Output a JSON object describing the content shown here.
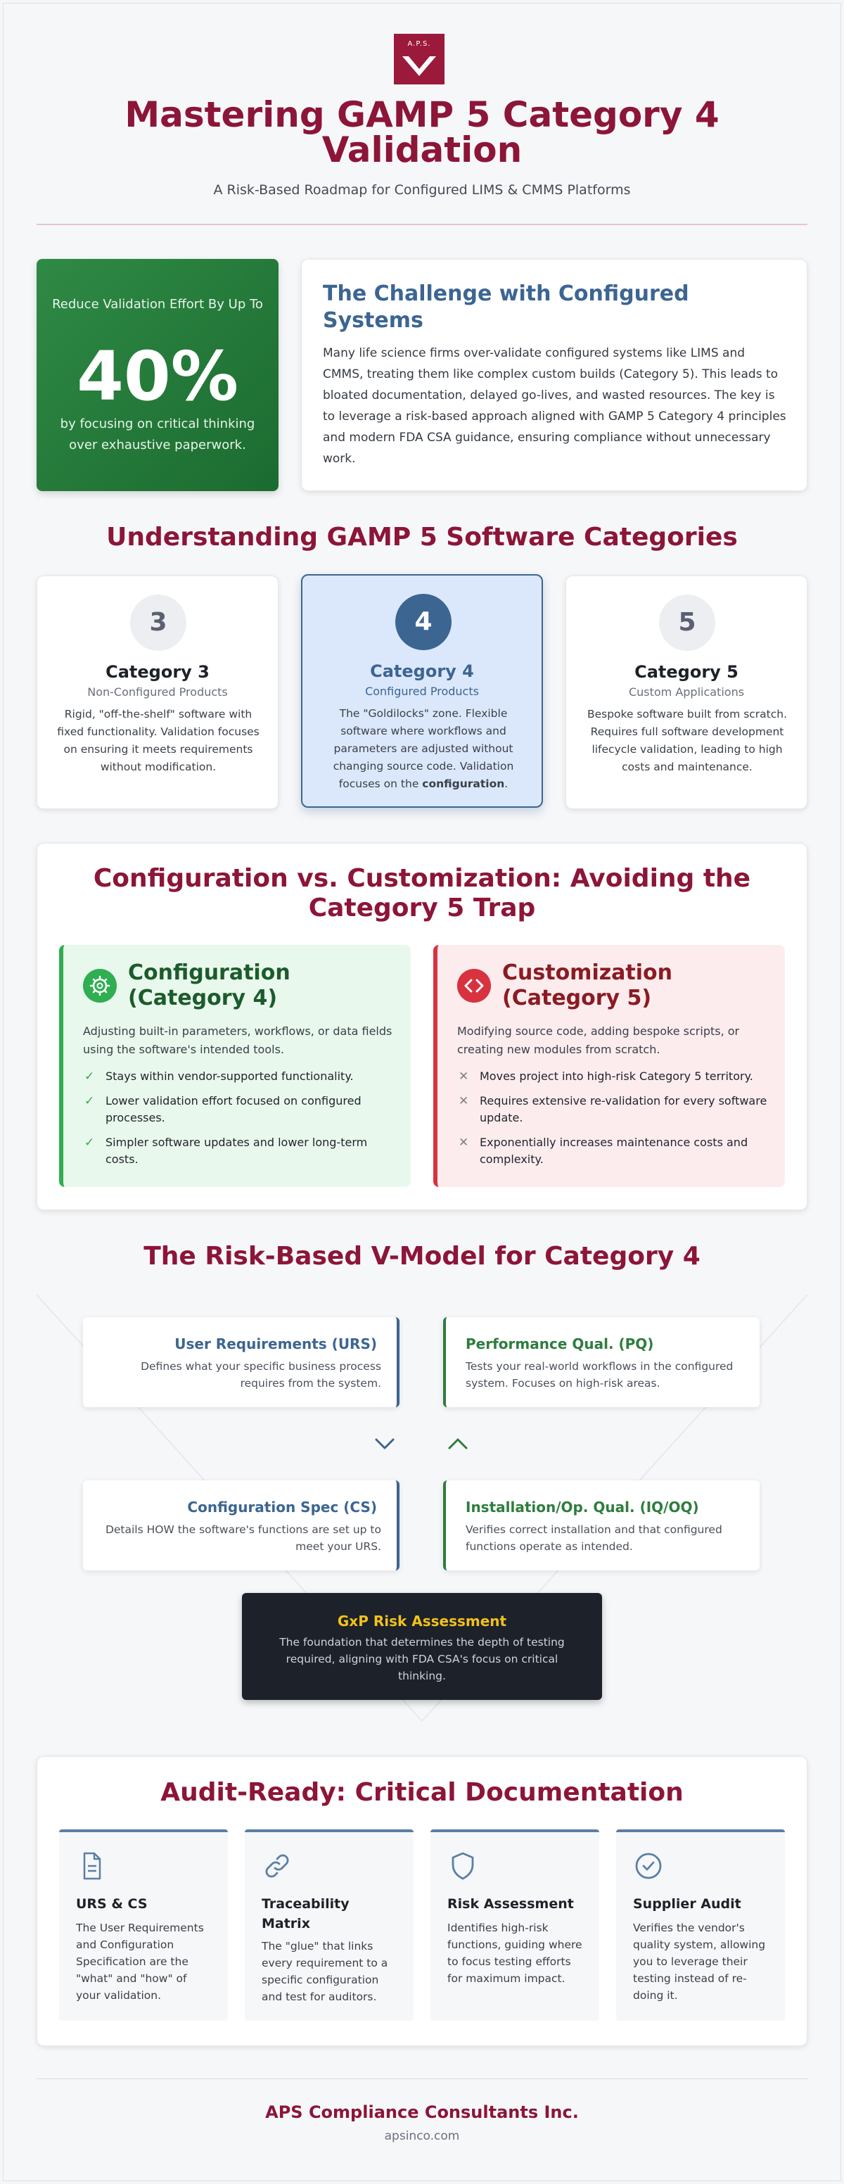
{
  "header": {
    "logo_text": "A.P.S.",
    "title": "Mastering GAMP 5 Category 4 Validation",
    "subtitle": "A Risk-Based Roadmap for Configured LIMS & CMMS Platforms"
  },
  "hero": {
    "stat_top": "Reduce Validation Effort By Up To",
    "stat_value": "40%",
    "stat_bottom": "by focusing on critical thinking over exhaustive paperwork.",
    "challenge_title": "The Challenge with Configured Systems",
    "challenge_body": "Many life science firms over-validate configured systems like LIMS and CMMS, treating them like complex custom builds (Category 5). This leads to bloated documentation, delayed go-lives, and wasted resources. The key is to leverage a risk-based approach aligned with GAMP 5 Category 4 principles and modern FDA CSA guidance, ensuring compliance without unnecessary work."
  },
  "categories": {
    "title": "Understanding GAMP 5 Software Categories",
    "items": [
      {
        "number": "3",
        "name": "Category 3",
        "type": "Non-Configured Products",
        "desc": "Rigid, \"off-the-shelf\" software with fixed functionality. Validation focuses on ensuring it meets requirements without modification."
      },
      {
        "number": "4",
        "name": "Category 4",
        "type": "Configured Products",
        "desc_pre": "The \"Goldilocks\" zone. Flexible software where workflows and parameters are adjusted without changing source code. Validation focuses on the ",
        "desc_bold": "configuration",
        "desc_post": "."
      },
      {
        "number": "5",
        "name": "Category 5",
        "type": "Custom Applications",
        "desc": "Bespoke software built from scratch. Requires full software development lifecycle validation, leading to high costs and maintenance."
      }
    ]
  },
  "comparison": {
    "title": "Configuration vs. Customization: Avoiding the Category 5 Trap",
    "config": {
      "title": "Configuration (Category 4)",
      "intro": "Adjusting built-in parameters, workflows, or data fields using the software's intended tools.",
      "points": [
        "Stays within vendor-supported functionality.",
        "Lower validation effort focused on configured processes.",
        "Simpler software updates and lower long-term costs."
      ]
    },
    "custom": {
      "title": "Customization (Category 5)",
      "intro": "Modifying source code, adding bespoke scripts, or creating new modules from scratch.",
      "points": [
        "Moves project into high-risk Category 5 territory.",
        "Requires extensive re-validation for every software update.",
        "Exponentially increases maintenance costs and complexity."
      ]
    }
  },
  "vmodel": {
    "title": "The Risk-Based V-Model for Category 4",
    "urs": {
      "title": "User Requirements (URS)",
      "desc": "Defines what your specific business process requires from the system."
    },
    "pq": {
      "title": "Performance Qual. (PQ)",
      "desc": "Tests your real-world workflows in the configured system. Focuses on high-risk areas."
    },
    "cs": {
      "title": "Configuration Spec (CS)",
      "desc": "Details HOW the software's functions are set up to meet your URS."
    },
    "iqoq": {
      "title": "Installation/Op. Qual. (IQ/OQ)",
      "desc": "Verifies correct installation and that configured functions operate as intended."
    },
    "risk": {
      "title": "GxP Risk Assessment",
      "desc": "The foundation that determines the depth of testing required, aligning with FDA CSA's focus on critical thinking."
    }
  },
  "docs": {
    "title": "Audit-Ready: Critical Documentation",
    "items": [
      {
        "icon": "document-icon",
        "title": "URS & CS",
        "desc": "The User Requirements and Configuration Specification are the \"what\" and \"how\" of your validation."
      },
      {
        "icon": "link-icon",
        "title": "Traceability Matrix",
        "desc": "The \"glue\" that links every requirement to a specific configuration and test for auditors."
      },
      {
        "icon": "shield-icon",
        "title": "Risk Assessment",
        "desc": "Identifies high-risk functions, guiding where to focus testing efforts for maximum impact."
      },
      {
        "icon": "check-circle-icon",
        "title": "Supplier Audit",
        "desc": "Verifies the vendor's quality system, allowing you to leverage their testing instead of re-doing it."
      }
    ]
  },
  "footer": {
    "company": "APS Compliance Consultants Inc.",
    "url": "apsinco.com"
  },
  "colors": {
    "brand": "#8c1538",
    "blue": "#3c6592",
    "green": "#2e7d3e",
    "red": "#d9323f",
    "gold": "#f2c21b"
  }
}
